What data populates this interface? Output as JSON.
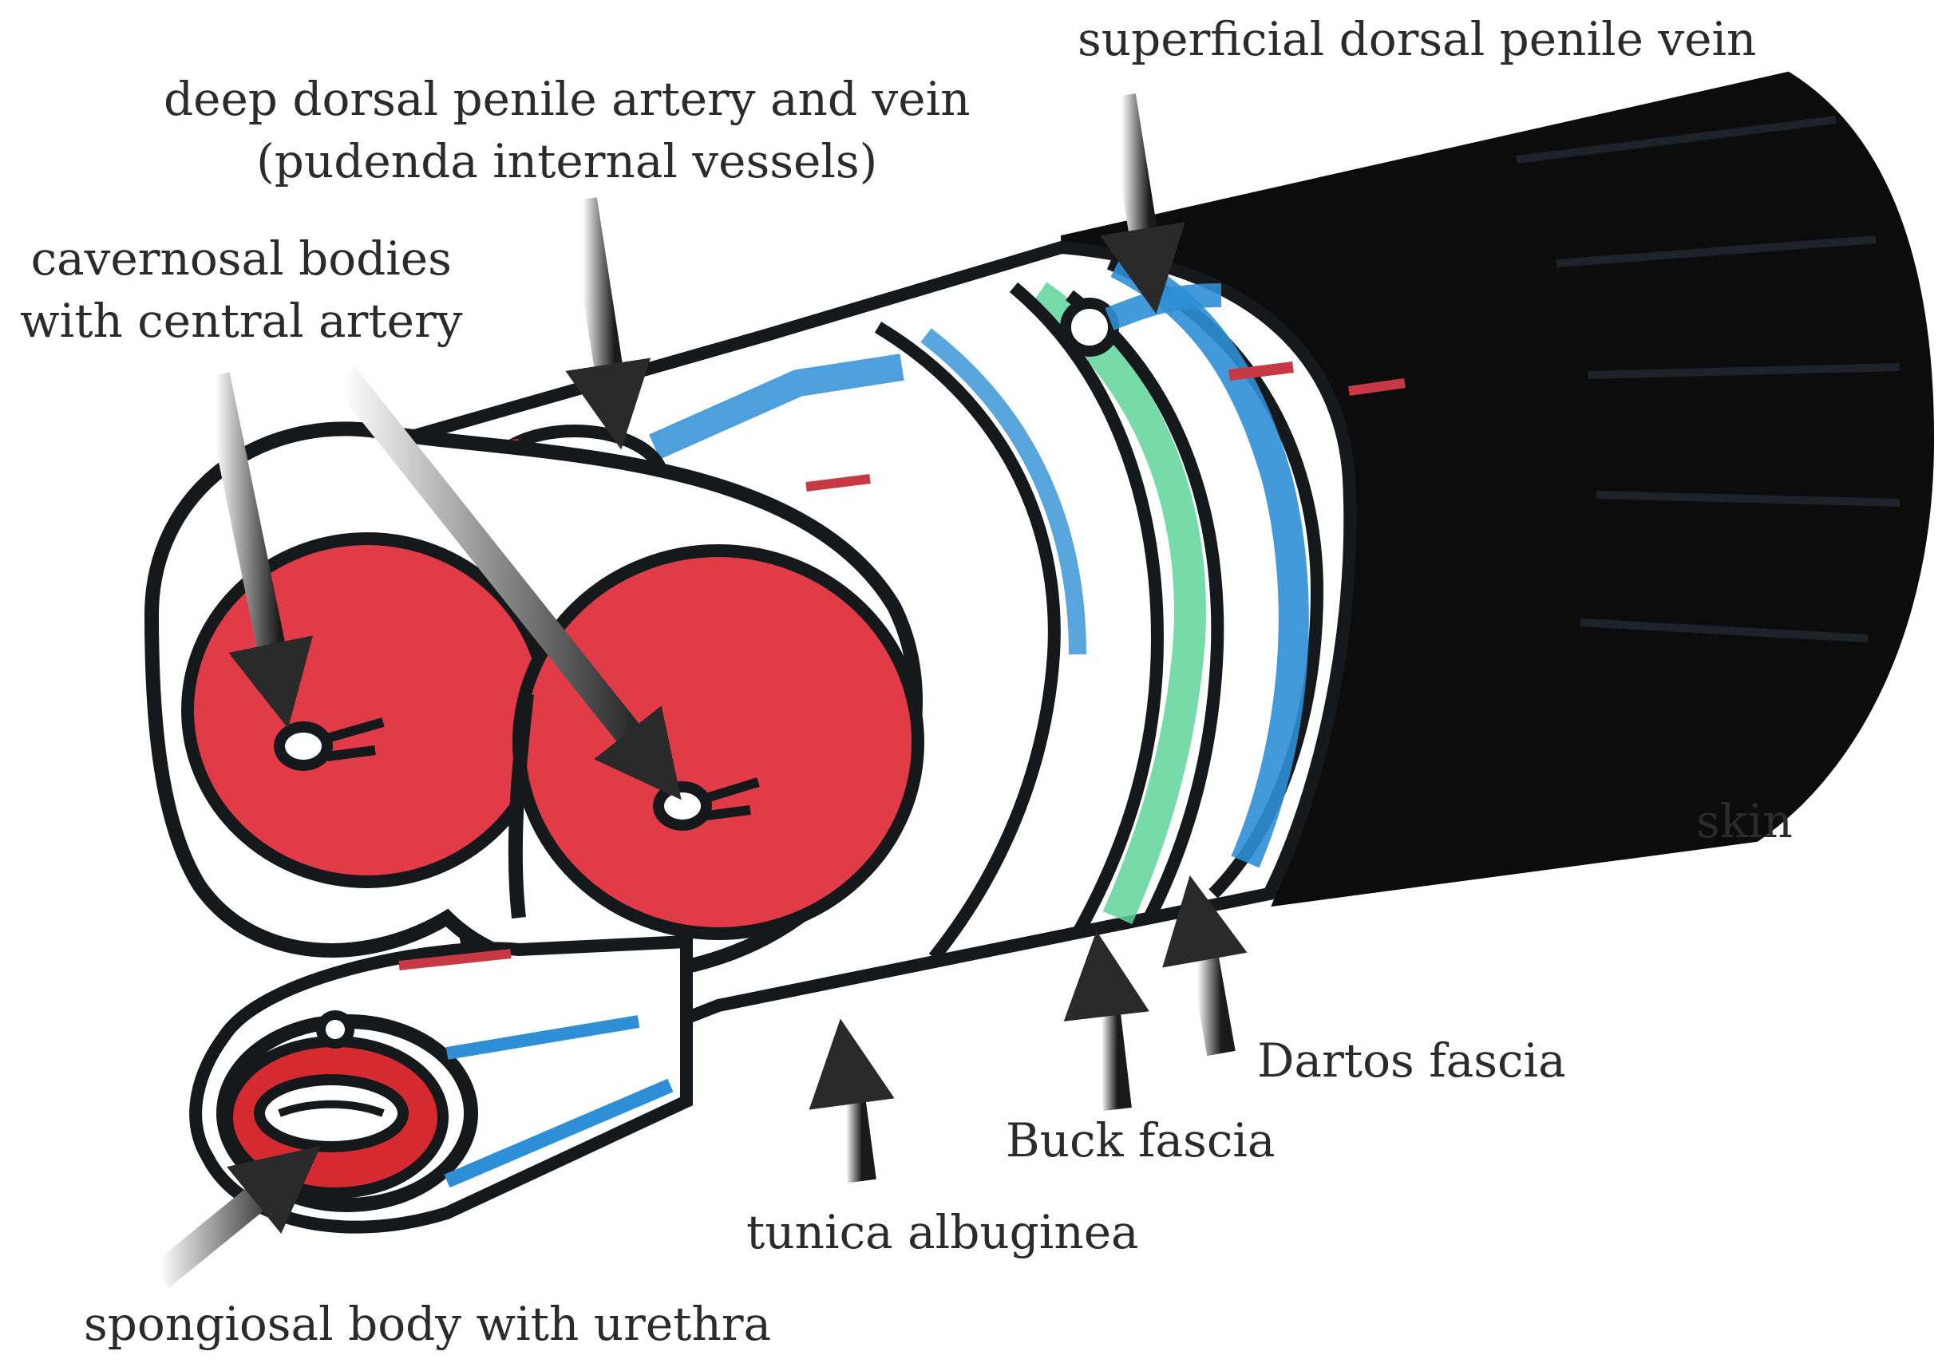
{
  "labels": {
    "superficial_vein": "superficial dorsal penile vein",
    "deep_dorsal_line1": "deep dorsal penile artery and vein",
    "deep_dorsal_line2": "(pudenda internal vessels)",
    "cavernosal_line1": "cavernosal bodies",
    "cavernosal_line2": "with central artery",
    "skin": "skin",
    "dartos": "Dartos fascia",
    "buck": "Buck fascia",
    "tunica": "tunica albuginea",
    "spongiosal": "spongiosal body with urethra"
  },
  "colors": {
    "outline": "#15191c",
    "cavernosal_fill": "#e23b48",
    "spongiosal_fill": "#d42a30",
    "vessel_blue": "#2f8fd6",
    "buck_green": "#5fd39a",
    "skin_black": "#0c0c0c",
    "label_text": "#2b2b2b"
  }
}
